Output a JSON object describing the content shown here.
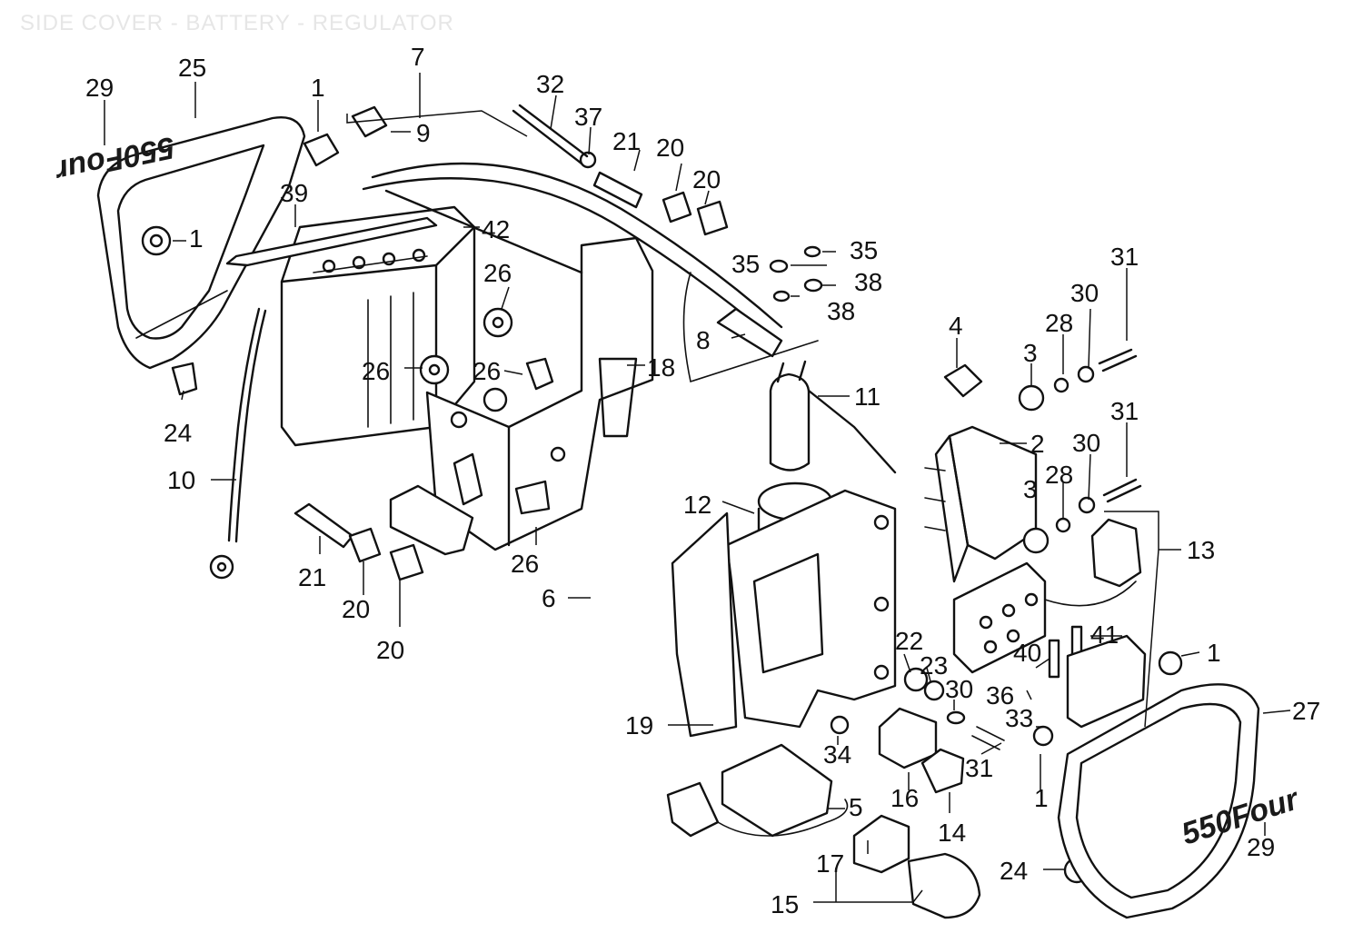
{
  "title": "SIDE COVER - BATTERY - REGULATOR",
  "side_cover_emblem": "550Four",
  "callouts": [
    "29",
    "25",
    "1",
    "7",
    "9",
    "32",
    "37",
    "21",
    "20",
    "20",
    "39",
    "1",
    "42",
    "35",
    "35",
    "38",
    "38",
    "31",
    "30",
    "28",
    "4",
    "3",
    "26",
    "26",
    "26",
    "18",
    "8",
    "11",
    "2",
    "24",
    "31",
    "30",
    "28",
    "3",
    "12",
    "13",
    "10",
    "21",
    "20",
    "20",
    "26",
    "6",
    "41",
    "40",
    "22",
    "23",
    "1",
    "36",
    "30",
    "27",
    "19",
    "33",
    "34",
    "31",
    "16",
    "1",
    "5",
    "14",
    "29",
    "17",
    "24",
    "15"
  ],
  "colors": {
    "line": "#111111",
    "title": "#e6e6e6",
    "background": "#ffffff"
  }
}
